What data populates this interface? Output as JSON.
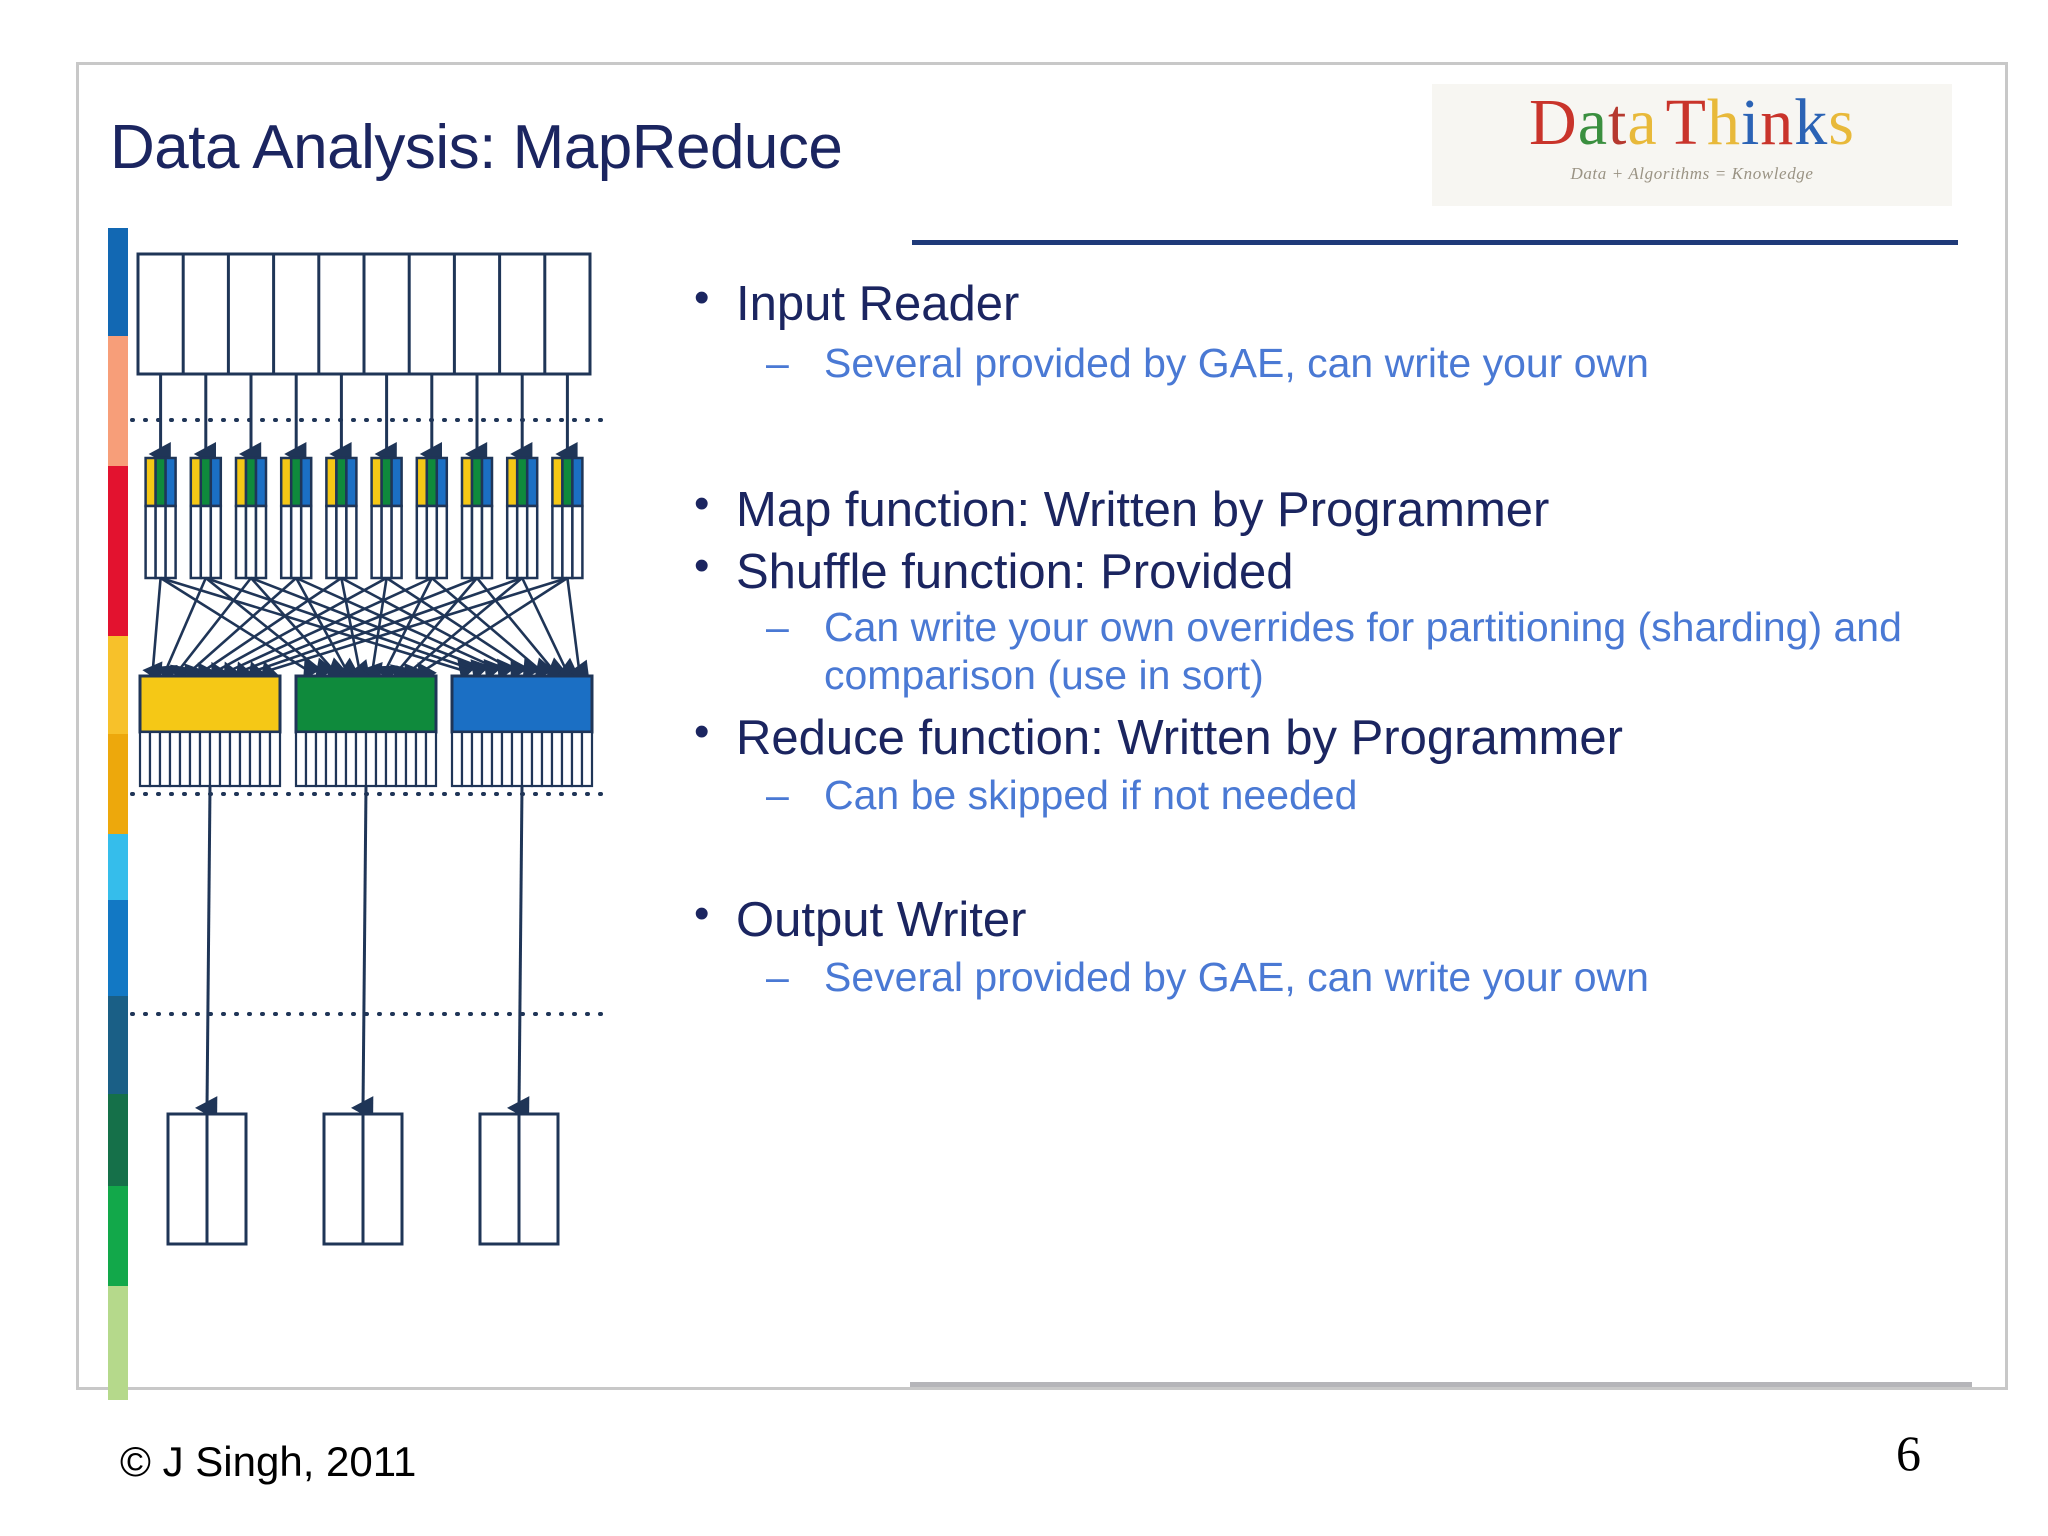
{
  "slide": {
    "title": "Data Analysis: MapReduce",
    "page_number": "6",
    "copyright": "© J Singh, 2011"
  },
  "logo": {
    "name": "DataThinks",
    "letters": [
      {
        "ch": "D",
        "color": "#c9342b"
      },
      {
        "ch": "a",
        "color": "#3a8f3f"
      },
      {
        "ch": "t",
        "color": "#b6392f"
      },
      {
        "ch": "a",
        "color": "#e8b93a"
      },
      {
        "ch": "T",
        "color": "#c9342b"
      },
      {
        "ch": "h",
        "color": "#e8b93a"
      },
      {
        "ch": "i",
        "color": "#2b63b5"
      },
      {
        "ch": "n",
        "color": "#c9342b"
      },
      {
        "ch": "k",
        "color": "#2b63b5"
      },
      {
        "ch": "s",
        "color": "#e8b93a"
      }
    ],
    "tagline": "Data + Algorithms = Knowledge"
  },
  "bullets": [
    {
      "level": 1,
      "text": "Input Reader"
    },
    {
      "level": 2,
      "text": "Several provided by GAE, can write your own"
    },
    {
      "level": 1,
      "text": "Map function: Written by Programmer"
    },
    {
      "level": 1,
      "text": "Shuffle function: Provided"
    },
    {
      "level": 2,
      "text": "Can write your own overrides for partitioning (sharding) and comparison (use in sort)"
    },
    {
      "level": 1,
      "text": "Reduce function: Written by Programmer"
    },
    {
      "level": 2,
      "text": "Can be skipped if not needed"
    },
    {
      "level": 1,
      "text": "Output Writer"
    },
    {
      "level": 2,
      "text": "Several provided by GAE, can write your own"
    }
  ],
  "colors": {
    "title_navy": "#1b2560",
    "sub_blue": "#4a79d4",
    "rule_navy": "#1f3a79",
    "rule_gray": "#b5b5b9",
    "diagram_stroke": "#1f3557",
    "map_yellow": "#f5c816",
    "map_green": "#0f8a3c",
    "map_blue": "#1b6fc4"
  },
  "color_bar": [
    {
      "color": "#1268b3",
      "height": 108
    },
    {
      "color": "#f79e79",
      "height": 130
    },
    {
      "color": "#e3122f",
      "height": 170
    },
    {
      "color": "#f7c12a",
      "height": 98
    },
    {
      "color": "#eda80c",
      "height": 100
    },
    {
      "color": "#35bdeb",
      "height": 66
    },
    {
      "color": "#1278c4",
      "height": 96
    },
    {
      "color": "#1a5f86",
      "height": 98
    },
    {
      "color": "#157049",
      "height": 92
    },
    {
      "color": "#12a84a",
      "height": 100
    },
    {
      "color": "#b5d98b",
      "height": 114
    }
  ],
  "diagram": {
    "label": "MapReduce dataflow diagram",
    "input_cells": 10,
    "map_workers": 10,
    "map_stripe_colors": [
      "#f5c816",
      "#0f8a3c",
      "#1b6fc4"
    ],
    "reduce_boxes": [
      {
        "color": "#f5c816"
      },
      {
        "color": "#0f8a3c"
      },
      {
        "color": "#1b6fc4"
      }
    ],
    "output_boxes": 3,
    "output_cells_each": 2,
    "divider_count": 3
  }
}
